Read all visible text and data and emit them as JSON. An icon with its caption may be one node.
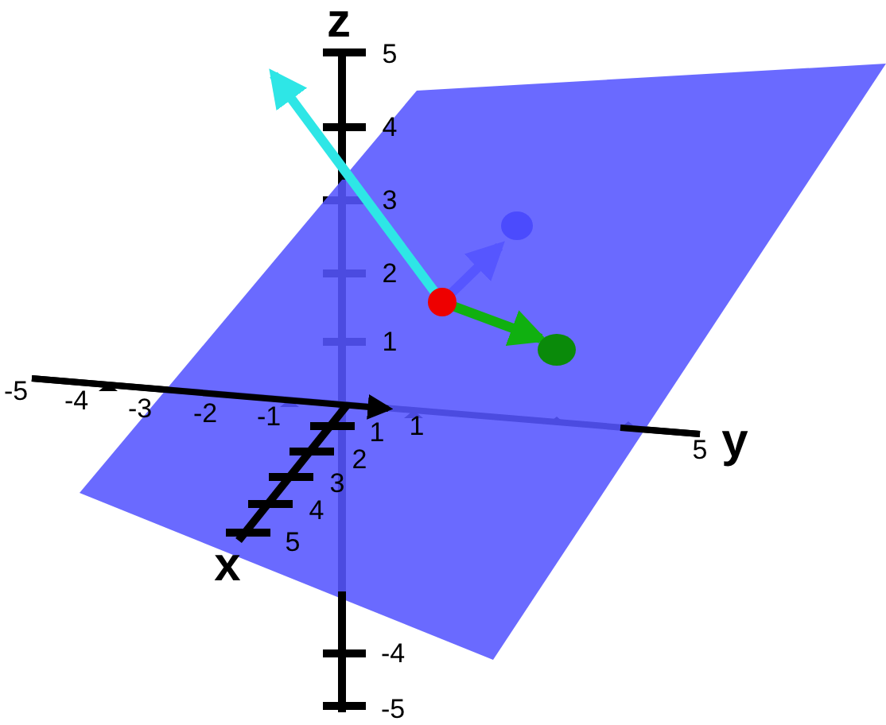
{
  "diagram": {
    "labels": [
      "z",
      "5",
      "4",
      "3",
      "2",
      "1",
      "-4",
      "-5",
      "-5",
      "-4",
      "-3",
      "-2",
      "-1",
      "1",
      "5",
      "y",
      "1",
      "2",
      "3",
      "4",
      "5",
      "x"
    ]
  }
}
